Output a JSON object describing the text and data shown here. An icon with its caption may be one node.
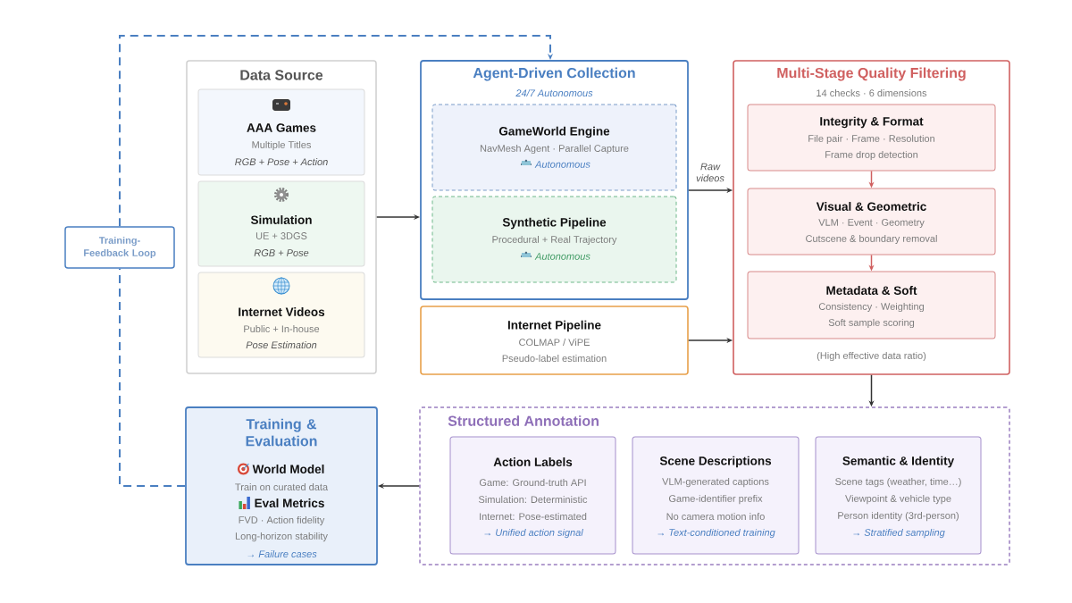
{
  "diagram": {
    "nodes": [
      {
        "text": [
          "Data Source"
        ]
      },
      {
        "text": [
          "AAA Games",
          "Multiple Titles",
          "RGB + Pose + Action"
        ],
        "in": 0
      },
      {
        "text": [
          "Simulation",
          "UE + 3DGS",
          "RGB + Pose"
        ],
        "in": 0
      },
      {
        "text": [
          "Internet Videos",
          "Public + In-house",
          "Pose Estimation"
        ],
        "in": 0
      },
      {
        "text": [
          "Agent-Driven Collection",
          "24/7 Autonomous"
        ]
      },
      {
        "text": [
          "GameWorld Engine",
          "NavMesh Agent · Parallel Capture",
          "Autonomous"
        ],
        "in": 4
      },
      {
        "text": [
          "Synthetic Pipeline",
          "Procedural + Real Trajectory",
          "Autonomous"
        ],
        "in": 4
      },
      {
        "text": [
          "Internet Pipeline",
          "COLMAP / ViPE",
          "Pseudo-label estimation"
        ]
      },
      {
        "text": [
          "Multi-Stage Quality Filtering",
          "14 checks · 6 dimensions",
          "(High effective data ratio)"
        ]
      },
      {
        "text": [
          "Integrity & Format",
          "File pair · Frame · Resolution",
          "Frame drop detection"
        ],
        "in": 8
      },
      {
        "text": [
          "Visual & Geometric",
          "VLM · Event · Geometry",
          "Cutscene & boundary removal"
        ],
        "in": 8
      },
      {
        "text": [
          "Metadata & Soft",
          "Consistency · Weighting",
          "Soft sample scoring"
        ],
        "in": 8
      },
      {
        "text": [
          "Training & Evaluation",
          "World Model",
          "Train on curated data",
          "Eval Metrics",
          "FVD · Action fidelity",
          "Long-horizon stability",
          "→ Failure cases"
        ]
      },
      {
        "text": [
          "Structured Annotation"
        ]
      },
      {
        "text": [
          "Action Labels",
          "Game: Ground-truth API",
          "Simulation: Deterministic",
          "Internet: Pose-estimated",
          "→ Unified action signal"
        ],
        "in": 13
      },
      {
        "text": [
          "Scene Descriptions",
          "VLM-generated captions",
          "Game-identifier prefix",
          "No camera motion info",
          "→ Text-conditioned training"
        ],
        "in": 13
      },
      {
        "text": [
          "Semantic & Identity",
          "Scene tags (weather, time…)",
          "Viewpoint & vehicle type",
          "Person identity (3rd-person)",
          "→ Stratified sampling"
        ],
        "in": 13
      },
      {
        "text": [
          "Training-Feedback Loop"
        ]
      }
    ],
    "edges": [
      {
        "from": 0,
        "to": 4,
        "arrow": "to"
      },
      {
        "from": 4,
        "to": 8,
        "arrow": "to",
        "label": "Raw videos"
      },
      {
        "from": 7,
        "to": 8,
        "arrow": "to"
      },
      {
        "from": 9,
        "to": 10,
        "arrow": "to",
        "color": "#d06060"
      },
      {
        "from": 10,
        "to": 11,
        "arrow": "to",
        "color": "#d06060"
      },
      {
        "from": 8,
        "to": 13,
        "arrow": "to"
      },
      {
        "from": 13,
        "to": 12,
        "arrow": "to"
      },
      {
        "from": 12,
        "to": 17,
        "arrow": "none",
        "style": "dashed",
        "color": "#4a7fc1"
      },
      {
        "from": 17,
        "to": 4,
        "arrow": "to",
        "style": "dashed",
        "color": "#4a7fc1"
      }
    ]
  }
}
